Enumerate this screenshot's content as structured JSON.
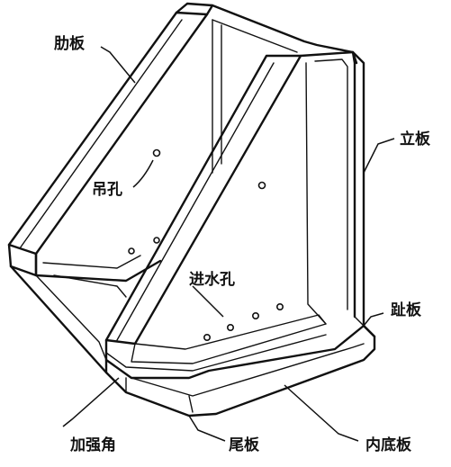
{
  "labels": {
    "rib_plate": "肋板",
    "vertical_plate": "立板",
    "lifting_hole": "吊孔",
    "water_inlet_holes": "进水孔",
    "deck_plate": "趾板",
    "reinforcing_corner": "加强角",
    "tail_plate": "尾板",
    "inner_bottom_plate": "内底板"
  }
}
